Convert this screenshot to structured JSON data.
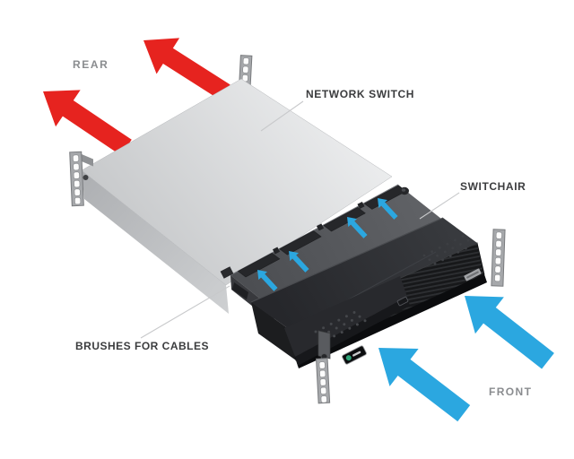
{
  "diagram": {
    "labels": {
      "rear": "REAR",
      "network_switch": "NETWORK SWITCH",
      "switchair": "SWITCHAIR",
      "brushes_for_cables": "BRUSHES FOR CABLES",
      "front": "FRONT"
    },
    "airflow": {
      "rear_exhaust_arrow_count": 2,
      "front_intake_arrow_count": 2,
      "internal_arrow_count": 4
    }
  },
  "colors": {
    "exhaust-red": "#e6231f",
    "intake-blue": "#2ba7e0",
    "label-gray": "#8a8c8f",
    "label-dark": "#3b3c3e",
    "background": "#ffffff"
  }
}
